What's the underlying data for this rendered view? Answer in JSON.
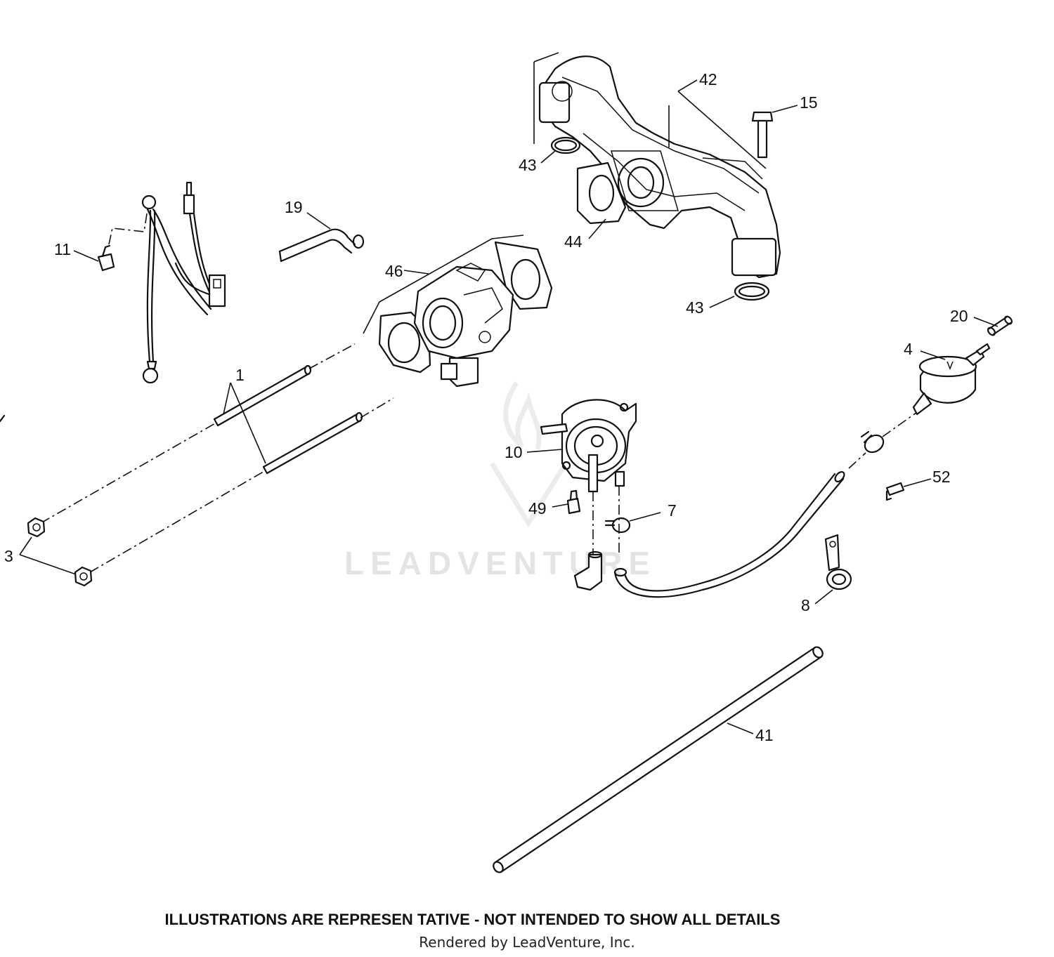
{
  "callouts": {
    "c42": "42",
    "c15": "15",
    "c43a": "43",
    "c44": "44",
    "c43b": "43",
    "c19": "19",
    "c11": "11",
    "c46": "46",
    "c1": "1",
    "c3": "3",
    "c10": "10",
    "c49": "49",
    "c7": "7",
    "c20": "20",
    "c4": "4",
    "c52": "52",
    "c8": "8",
    "c41": "41"
  },
  "watermark": "LEADVENTURE",
  "footer": {
    "disclaimer": "ILLUSTRATIONS ARE REPRESEN TATIVE - NOT INTENDED TO SHOW ALL DETAILS",
    "rendered_by": "Rendered by LeadVenture, Inc."
  }
}
